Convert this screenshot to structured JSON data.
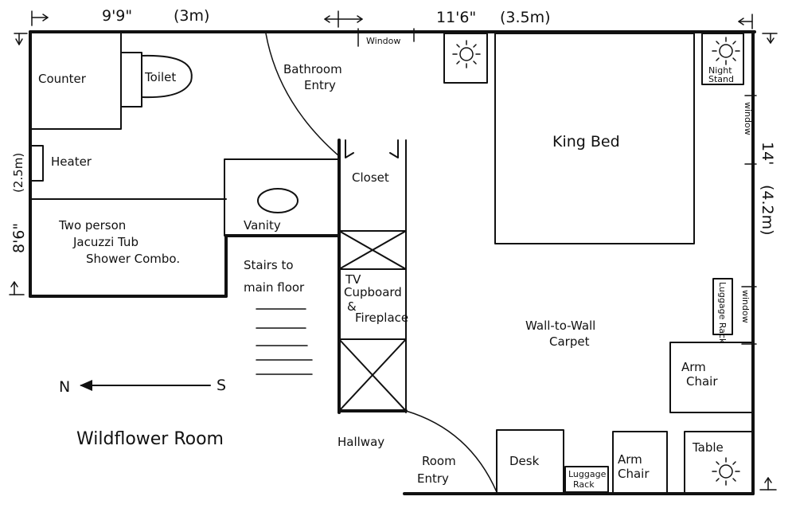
{
  "dimensions": {
    "top_left_ft": "9'9\"",
    "top_left_m": "(3m)",
    "top_right_ft": "11'6\"",
    "top_right_m": "(3.5m)",
    "left_m": "(2.5m)",
    "left_ft": "8'6\"",
    "right_ft": "14'",
    "right_m": "(4.2m)"
  },
  "labels": {
    "counter": "Counter",
    "toilet": "Toilet",
    "window_top": "Window",
    "bathroom_entry_1": "Bathroom",
    "bathroom_entry_2": "Entry",
    "night_stand_1": "Night",
    "night_stand_2": "Stand",
    "window_right_top": "window",
    "king_bed": "King Bed",
    "heater": "Heater",
    "closet": "Closet",
    "vanity": "Vanity",
    "tub_1": "Two person",
    "tub_2": "Jacuzzi Tub",
    "tub_3": "Shower Combo.",
    "stairs_1": "Stairs to",
    "stairs_2": "main floor",
    "tv_1": "TV",
    "tv_2": "Cupboard",
    "tv_3": "&",
    "tv_4": "Fireplace",
    "luggage_rack_right": "Luggage Rack",
    "window_right_bottom": "window",
    "carpet_1": "Wall-to-Wall",
    "carpet_2": "Carpet",
    "arm_chair_right_1": "Arm",
    "arm_chair_right_2": "Chair",
    "compass_n": "N",
    "compass_s": "S",
    "room_name": "Wildflower Room",
    "hallway": "Hallway",
    "room_entry_1": "Room",
    "room_entry_2": "Entry",
    "desk": "Desk",
    "luggage_rack_bottom_1": "Luggage",
    "luggage_rack_bottom_2": "Rack",
    "arm_chair_bottom_1": "Arm",
    "arm_chair_bottom_2": "Chair",
    "table": "Table"
  },
  "icons": [
    "lamp-icon",
    "compass-arrow-icon",
    "dimension-arrow-icon"
  ],
  "colors": {
    "ink": "#111111",
    "paper": "#ffffff"
  }
}
